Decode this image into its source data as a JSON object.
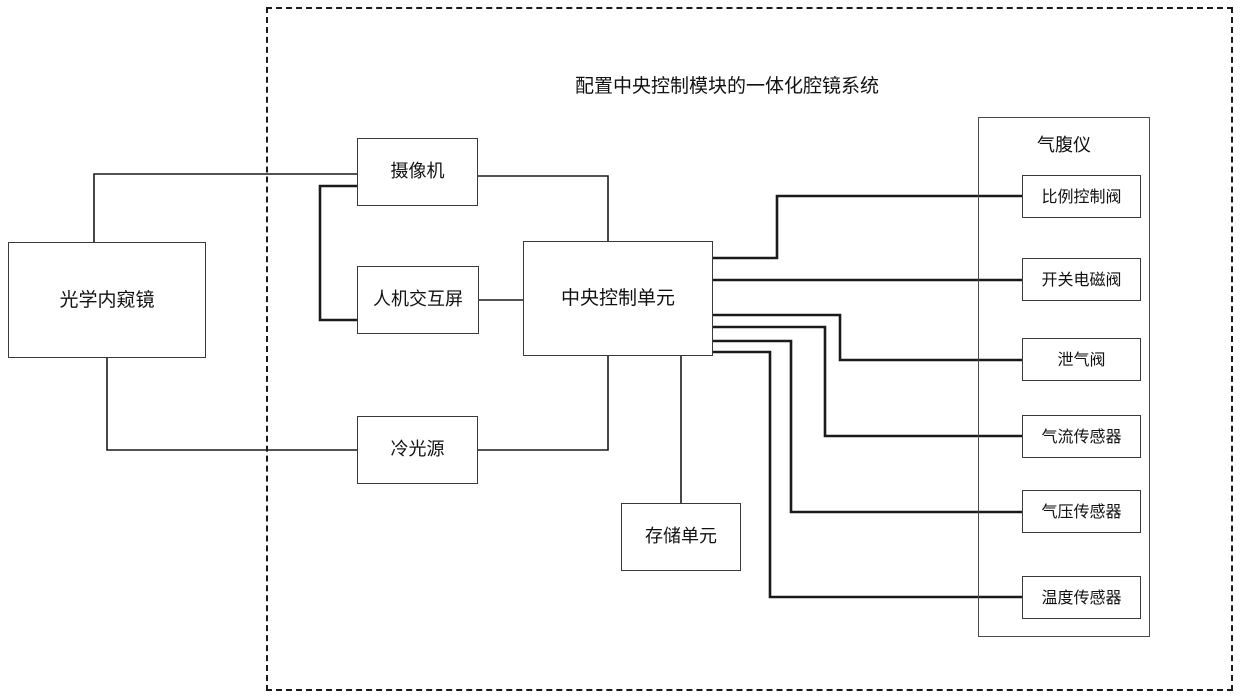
{
  "diagram": {
    "title": "配置中央控制模块的一体化腔镜系统",
    "background_color": "#ffffff",
    "line_color": "#1a1a1a",
    "boundary_style": "dashed"
  },
  "nodes": {
    "optical_endoscope": {
      "label": "光学内窥镜"
    },
    "camera": {
      "label": "摄像机"
    },
    "hmi_screen": {
      "label": "人机交互屏"
    },
    "cold_light_source": {
      "label": "冷光源"
    },
    "central_control_unit": {
      "label": "中央控制单元"
    },
    "storage_unit": {
      "label": "存储单元"
    }
  },
  "insufflator_panel": {
    "title": "气腹仪",
    "items": [
      {
        "label": "比例控制阀"
      },
      {
        "label": "开关电磁阀"
      },
      {
        "label": "泄气阀"
      },
      {
        "label": "气流传感器"
      },
      {
        "label": "气压传感器"
      },
      {
        "label": "温度传感器"
      }
    ]
  }
}
